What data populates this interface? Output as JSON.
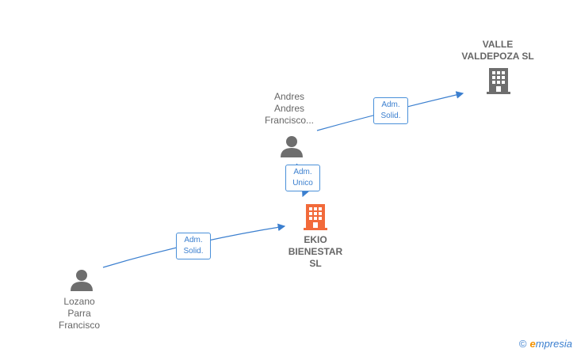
{
  "nodes": {
    "valle": {
      "label": "VALLE\nVALDEPOZA SL",
      "type": "company",
      "color": "#6e6e6e"
    },
    "andres": {
      "label": "Andres\nAndres\nFrancisco...",
      "type": "person",
      "color": "#6e6e6e"
    },
    "ekio": {
      "label": "EKIO\nBIENESTAR\nSL",
      "type": "company",
      "color": "#f26a3a"
    },
    "lozano": {
      "label": "Lozano\nParra\nFrancisco",
      "type": "person",
      "color": "#6e6e6e"
    }
  },
  "edges": [
    {
      "from": "andres",
      "to": "valle",
      "label": "Adm.\nSolid."
    },
    {
      "from": "andres",
      "to": "ekio",
      "label": "Adm.\nUnico"
    },
    {
      "from": "lozano",
      "to": "ekio",
      "label": "Adm.\nSolid."
    }
  ],
  "edge_color": "#3b7fcf",
  "brand": {
    "copyright": "©",
    "initial": "e",
    "name": "mpresia"
  }
}
